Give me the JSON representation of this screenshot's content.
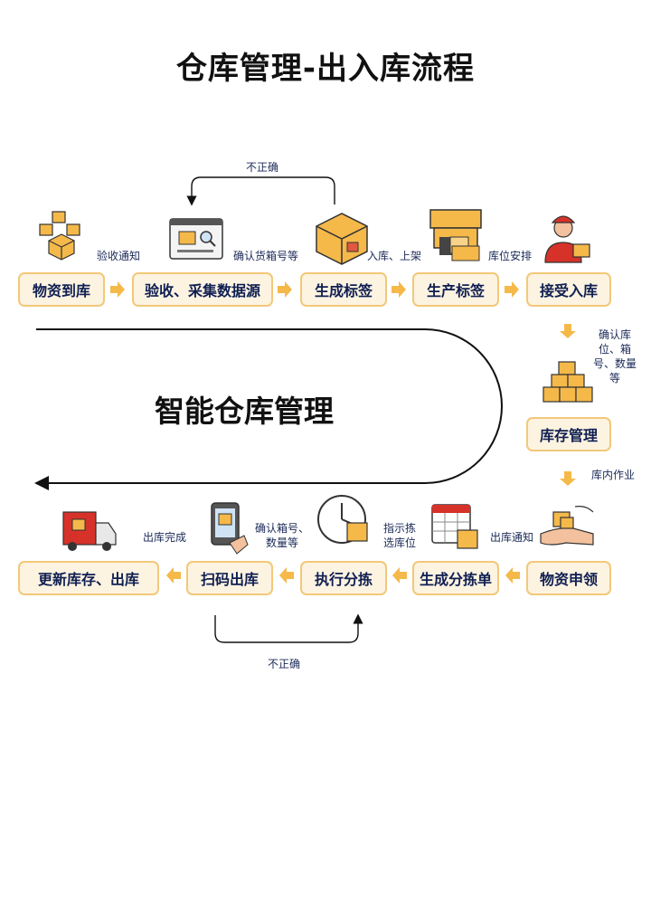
{
  "title": "仓库管理-出入库流程",
  "center_title": "智能仓库管理",
  "colors": {
    "box_fill": "#fdf3e1",
    "box_border": "#f2c879",
    "arrow": "#f5b94a",
    "text": "#0f1f52"
  },
  "boxes": {
    "wuzi_daoku": "物资到库",
    "yanshou_caiji": "验收、采集数据源",
    "shengcheng_biaoqian": "生成标签",
    "shengchan_biaoqian": "生产标签",
    "jieshou_ruku": "接受入库",
    "kucun_guanli": "库存管理",
    "wuzi_shenling": "物资申领",
    "shengcheng_fenjiandan": "生成分拣单",
    "zhixing_fenjian": "执行分拣",
    "saoma_chuku": "扫码出库",
    "gengxin_kucun": "更新库存、出库"
  },
  "labels": {
    "yanshou_tongzhi": "验收通知",
    "queren_huoxiang": "确认货箱号等",
    "ruku_shangjia": "入库、上架",
    "kuwei_anpai": "库位安排",
    "queren_kuwei": [
      "确认库",
      "位、箱",
      "号、数量",
      "等"
    ],
    "kunei_zuoye": "库内作业",
    "chuku_tongzhi": "出库通知",
    "zhishi_jian": [
      "指示拣",
      "选库位"
    ],
    "queren_xianghao": [
      "确认箱号、",
      "数量等"
    ],
    "chuku_wancheng": "出库完成",
    "buzhengque_top": "不正确",
    "buzhengque_bottom": "不正确"
  },
  "icons": [
    "boxes-network-icon",
    "browser-search-icon",
    "label-box-icon",
    "printer-label-icon",
    "worker-icon",
    "stacked-boxes-icon",
    "hand-box-icon",
    "calendar-box-icon",
    "clock-box-icon",
    "phone-scan-icon",
    "delivery-truck-icon"
  ]
}
